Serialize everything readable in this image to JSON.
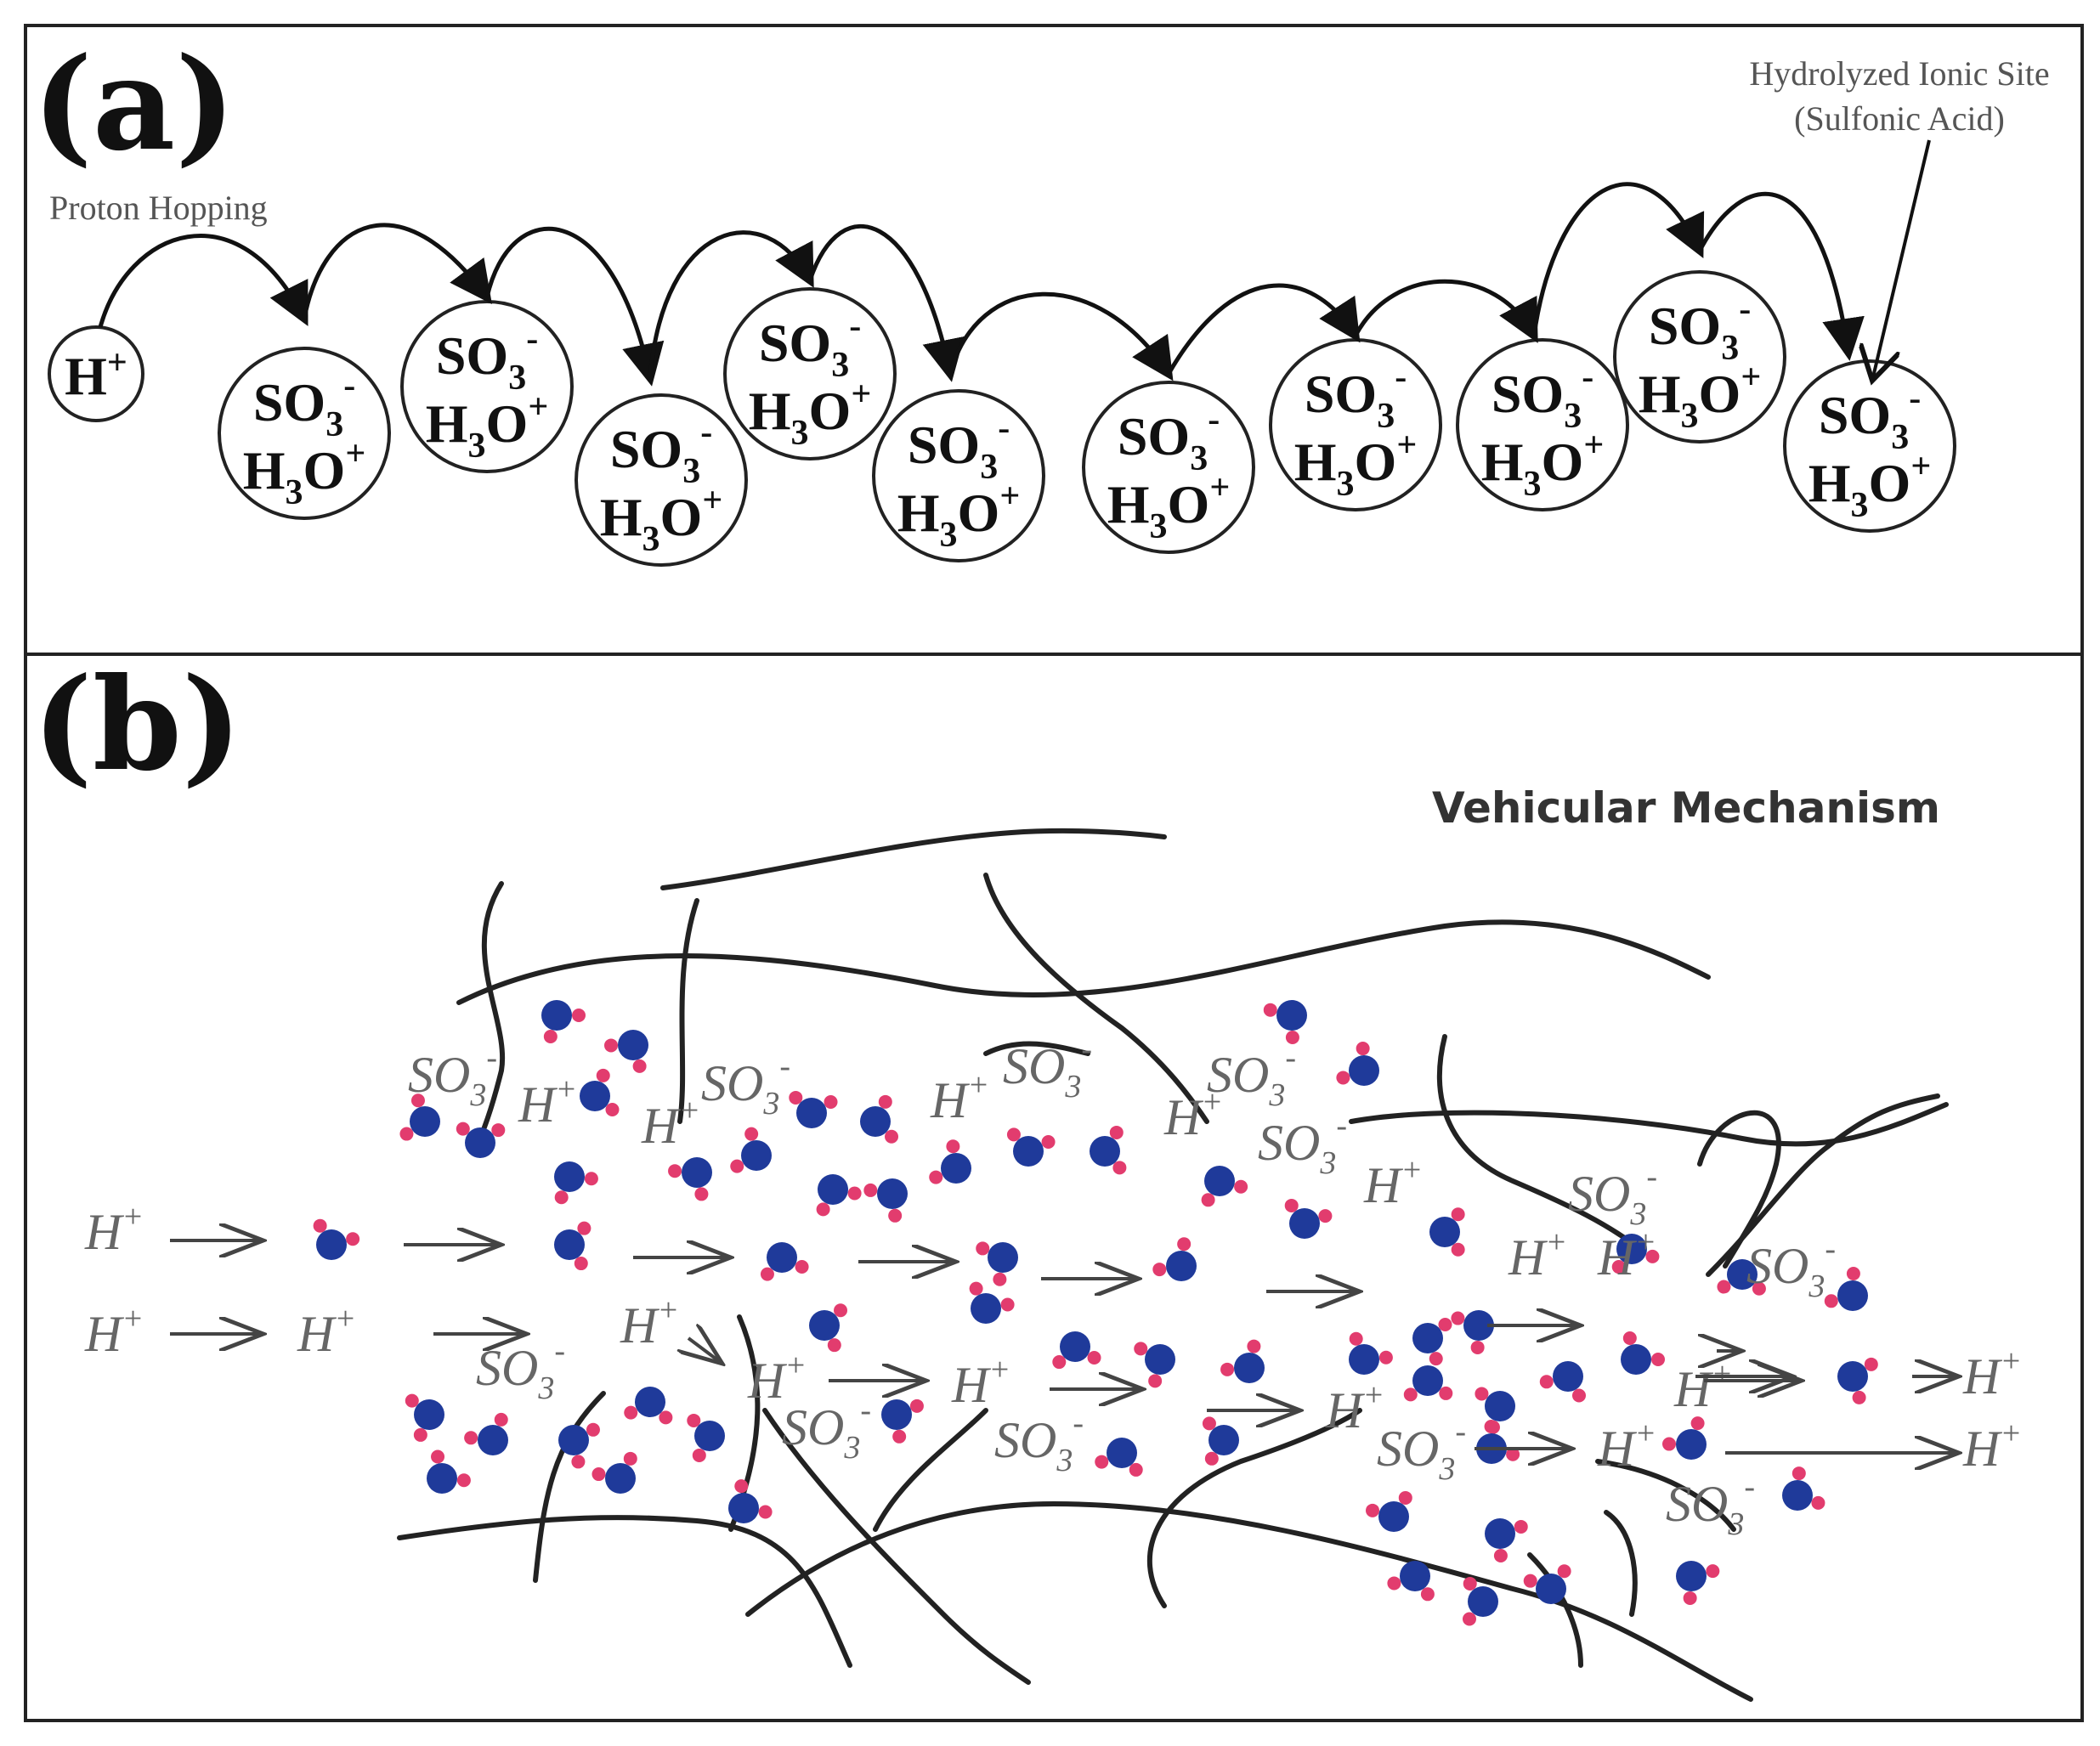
{
  "panel_a": {
    "label": "(a)",
    "proton_hopping_label": "Proton Hopping",
    "hydrolyzed_site_label_line1": "Hydrolyzed Ionic Site",
    "hydrolyzed_site_label_line2": "(Sulfonic Acid)",
    "proton": {
      "text": "H",
      "charge": "+"
    },
    "site_count": 10,
    "site": {
      "line1_base": "SO",
      "line1_sub": "3",
      "line1_charge": "-",
      "line2_base": "H",
      "line2_sub": "3",
      "line2_end": "O",
      "line2_charge": "+"
    }
  },
  "panel_b": {
    "label": "(b)",
    "title": "Vehicular Mechanism",
    "proton": {
      "text": "H",
      "charge": "+"
    },
    "sulfonate": {
      "base": "SO",
      "sub": "3",
      "charge": "-"
    },
    "colors": {
      "oxygen": "#1f3a9a",
      "hydrogen": "#e23c6e",
      "polymer": "#222222"
    }
  }
}
